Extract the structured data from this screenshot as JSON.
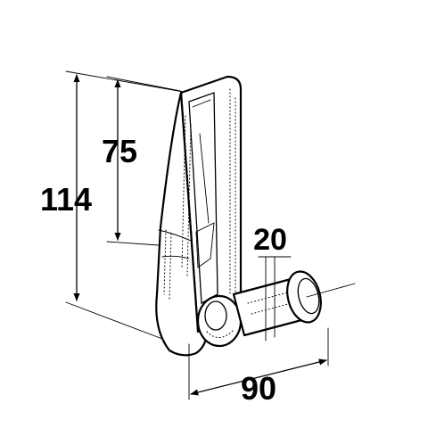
{
  "dimensions": {
    "overall_height": "114",
    "upper_height": "75",
    "pin_diameter": "20",
    "pin_length": "90"
  }
}
